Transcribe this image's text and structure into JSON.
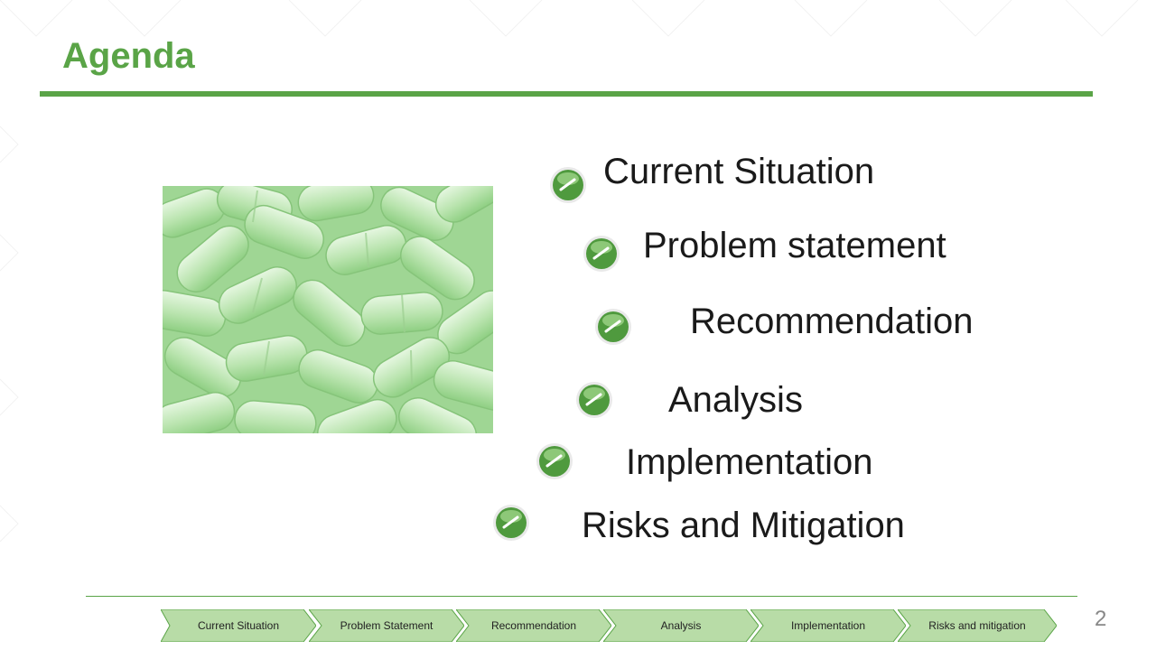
{
  "slide": {
    "title": "Agenda",
    "page_number": "2"
  },
  "agenda": {
    "items": [
      {
        "label": "Current Situation"
      },
      {
        "label": "Problem statement"
      },
      {
        "label": "Recommendation"
      },
      {
        "label": "Analysis"
      },
      {
        "label": "Implementation"
      },
      {
        "label": "Risks and Mitigation"
      }
    ]
  },
  "progress": {
    "steps": [
      {
        "label": "Current  Situation"
      },
      {
        "label": "Problem Statement"
      },
      {
        "label": "Recommendation"
      },
      {
        "label": "Analysis"
      },
      {
        "label": "Implementation"
      },
      {
        "label": "Risks and mitigation"
      }
    ]
  },
  "colors": {
    "accent": "#5aa447",
    "step_fill": "#b8dca7",
    "bullet": "#4f9a3e"
  },
  "icons": {
    "bullet": "green-pill-bullet-icon"
  }
}
